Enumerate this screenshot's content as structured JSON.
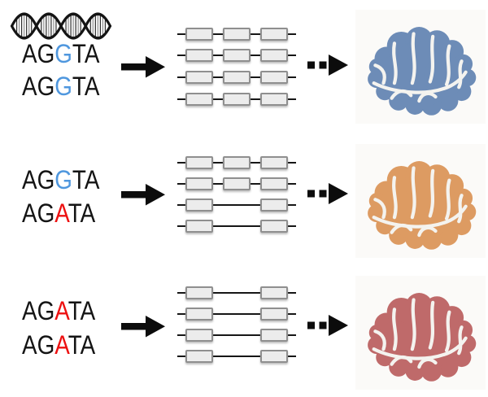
{
  "diagram": {
    "description": "Genotype to transcript isoforms to brain phenotype schematic",
    "colors": {
      "blue_base": "#4f97de",
      "red_base": "#ed1111",
      "text": "#141414",
      "line": "#161616",
      "exon_fill": "#ececec",
      "exon_border": "#8f8f8f",
      "panel_bg": "#fbfaf8",
      "crease": "#f4f3ef",
      "brain_blue": "#6d8cb7",
      "brain_orange": "#dd9b62",
      "brain_red": "#bf6a6a",
      "arrow": "#0c0c0c"
    },
    "rows": [
      {
        "label": "row-1",
        "dna_icon": true,
        "sequences": [
          {
            "pre": "AG",
            "base": "G",
            "post": "TA",
            "base_color": "blue_base"
          },
          {
            "pre": "AG",
            "base": "G",
            "post": "TA",
            "base_color": "blue_base"
          }
        ],
        "isoforms": [
          "included",
          "included",
          "included",
          "included"
        ],
        "brain_color": "brain_blue"
      },
      {
        "label": "row-2",
        "dna_icon": false,
        "sequences": [
          {
            "pre": "AG",
            "base": "G",
            "post": "TA",
            "base_color": "blue_base"
          },
          {
            "pre": "AG",
            "base": "A",
            "post": "TA",
            "base_color": "red_base"
          }
        ],
        "isoforms": [
          "included",
          "included",
          "skipped",
          "skipped"
        ],
        "brain_color": "brain_orange"
      },
      {
        "label": "row-3",
        "dna_icon": false,
        "sequences": [
          {
            "pre": "AG",
            "base": "A",
            "post": "TA",
            "base_color": "red_base"
          },
          {
            "pre": "AG",
            "base": "A",
            "post": "TA",
            "base_color": "red_base"
          }
        ],
        "isoforms": [
          "skipped",
          "skipped",
          "skipped",
          "skipped"
        ],
        "brain_color": "brain_red"
      }
    ],
    "exon_patterns": {
      "included": [
        228,
        274,
        320
      ],
      "skipped": [
        228,
        320
      ]
    }
  }
}
